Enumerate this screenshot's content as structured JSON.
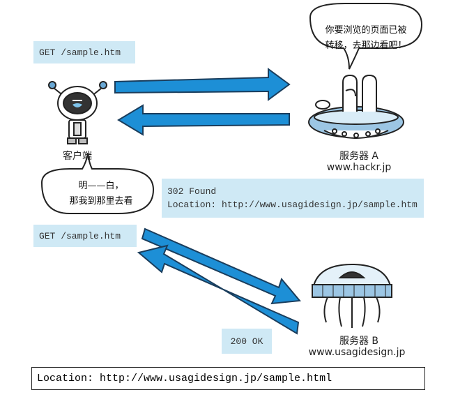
{
  "requests": {
    "get_1": "GET /sample.htm",
    "response_302_line1": "302 Found",
    "response_302_line2": "Location: http://www.usagidesign.jp/sample.htm",
    "get_2": "GET /sample.htm",
    "response_200": "200 OK"
  },
  "nodes": {
    "client": "客户端",
    "server_a_name": "服务器 A",
    "server_a_host": "www.hackr.jp",
    "server_b_name": "服务器 B",
    "server_b_host": "www.usagidesign.jp"
  },
  "bubbles": {
    "server_a_line1": "你要浏览的页面已被",
    "server_a_line2": "转移，去那边看吧！",
    "client_line1": "明——白，",
    "client_line2": "那我到那里去看"
  },
  "caption": "Location: http://www.usagidesign.jp/sample.html",
  "colors": {
    "arrow": "#1d8fd6",
    "box": "#cfe9f5"
  }
}
